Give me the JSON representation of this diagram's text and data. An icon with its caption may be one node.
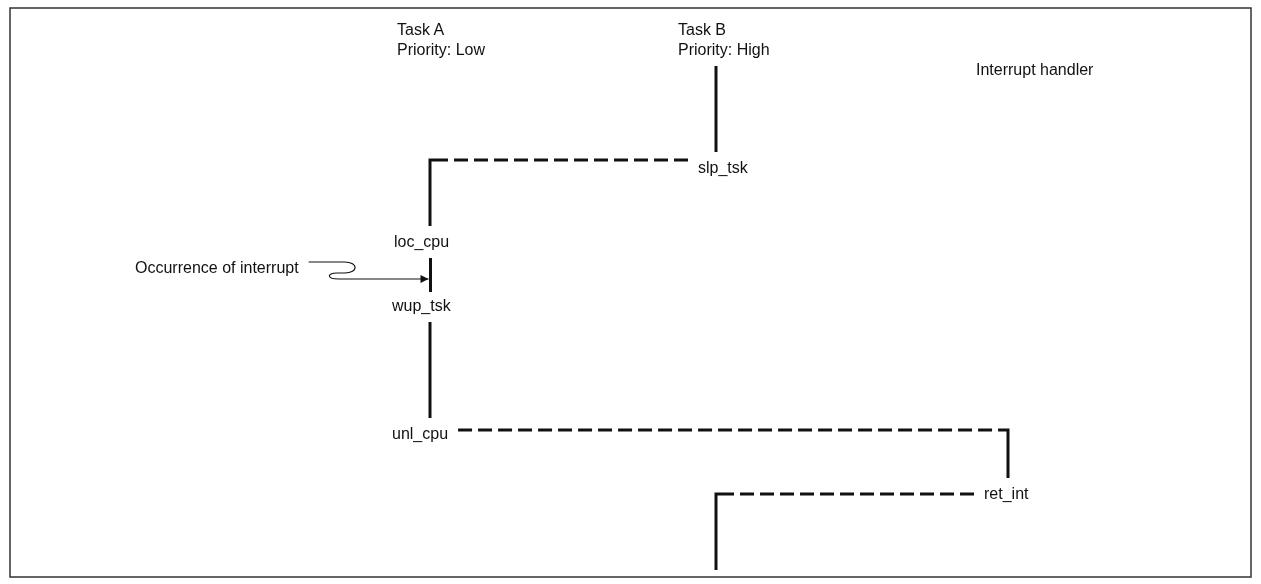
{
  "diagram": {
    "nodes": [
      {
        "text": [
          "Task A",
          "Priority: Low"
        ]
      },
      {
        "text": [
          "Task B",
          "Priority: High"
        ]
      },
      {
        "text": [
          "Interrupt handler"
        ]
      },
      {
        "text": [
          "slp_tsk"
        ]
      },
      {
        "text": [
          "loc_cpu"
        ]
      },
      {
        "text": [
          "wup_tsk"
        ]
      },
      {
        "text": [
          "unl_cpu"
        ]
      },
      {
        "text": [
          "ret_int"
        ]
      },
      {
        "text": [
          "Occurrence of interrupt"
        ]
      },
      {
        "text": [],
        "shape": "bar"
      }
    ],
    "edges": [
      {
        "from": 1,
        "to": 3,
        "arrow": "none"
      },
      {
        "from": 3,
        "to": 4,
        "arrow": "none",
        "style": "dashed"
      },
      {
        "from": 8,
        "to": 9,
        "arrow": "to"
      },
      {
        "from": 5,
        "to": 6,
        "arrow": "none"
      },
      {
        "from": 6,
        "to": 7,
        "arrow": "none",
        "style": "dashed"
      },
      {
        "from": 7,
        "to": null,
        "arrow": "none",
        "style": "dashed"
      }
    ]
  }
}
